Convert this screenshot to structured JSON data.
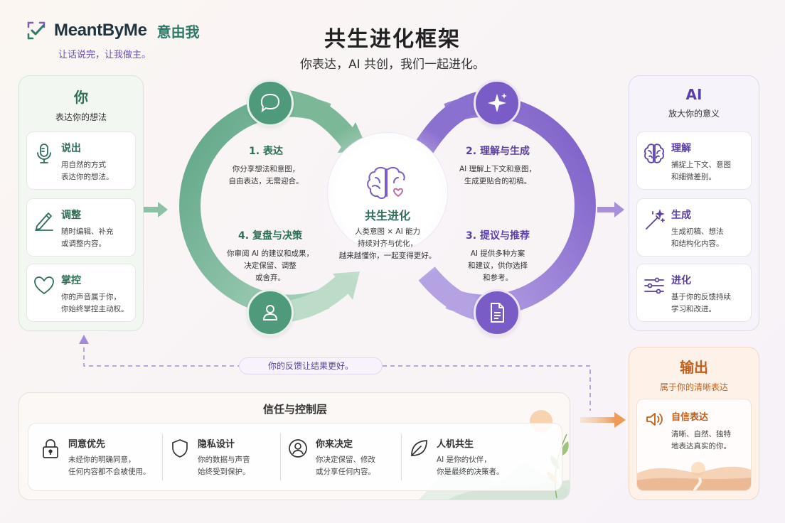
{
  "brand": {
    "name": "MeantByMe",
    "name_cn": "意由我",
    "slogan": "让话说完，让我做主。"
  },
  "header": {
    "title": "共生进化框架",
    "subtitle": "你表达，AI 共创，我们一起进化。"
  },
  "you_panel": {
    "title": "你",
    "subtitle": "表达你的想法",
    "cards": [
      {
        "title": "说出",
        "desc1": "用自然的方式",
        "desc2": "表达你的想法。",
        "icon": "microphone-icon"
      },
      {
        "title": "调整",
        "desc1": "随时编辑、补充",
        "desc2": "或调整内容。",
        "icon": "pencil-icon"
      },
      {
        "title": "掌控",
        "desc1": "你的声音属于你，",
        "desc2": "你始终掌控主动权。",
        "icon": "heart-icon"
      }
    ]
  },
  "ai_panel": {
    "title": "AI",
    "subtitle": "放大你的意义",
    "cards": [
      {
        "title": "理解",
        "desc1": "捕捉上下文、意图",
        "desc2": "和细微差别。",
        "icon": "brain-icon"
      },
      {
        "title": "生成",
        "desc1": "生成初稿、想法",
        "desc2": "和结构化内容。",
        "icon": "magic-wand-icon"
      },
      {
        "title": "进化",
        "desc1": "基于你的反馈持续",
        "desc2": "学习和改进。",
        "icon": "sliders-icon"
      }
    ]
  },
  "cycle": {
    "steps": [
      {
        "title": "1. 表达",
        "desc1": "你分享想法和意图，",
        "desc2": "自由表达，无需迎合。",
        "desc3": ""
      },
      {
        "title": "2. 理解与生成",
        "desc1": "AI 理解上下文和意图，",
        "desc2": "生成更贴合的初稿。",
        "desc3": ""
      },
      {
        "title": "3. 提议与推荐",
        "desc1": "AI 提供多种方案",
        "desc2": "和建议，供你选择",
        "desc3": "和参考。"
      },
      {
        "title": "4. 复盘与决策",
        "desc1": "你审阅 AI 的建议和成果，",
        "desc2": "决定保留、调整",
        "desc3": "或舍弃。"
      }
    ],
    "center": {
      "title": "共生进化",
      "desc1": "人类意图 × AI 能力",
      "desc2": "持续对齐与优化，",
      "desc3": "越来越懂你，一起变得更好。"
    }
  },
  "feedback": {
    "label": "你的反馈让结果更好。"
  },
  "trust": {
    "title": "信任与控制层",
    "items": [
      {
        "title": "同意优先",
        "desc1": "未经你的明确同意，",
        "desc2": "任何内容都不会被使用。",
        "icon": "lock-icon"
      },
      {
        "title": "隐私设计",
        "desc1": "你的数据与声音",
        "desc2": "始终受到保护。",
        "icon": "shield-icon"
      },
      {
        "title": "你来决定",
        "desc1": "你决定保留、修改",
        "desc2": "或分享任何内容。",
        "icon": "user-circle-icon"
      },
      {
        "title": "人机共生",
        "desc1": "AI 是你的伙伴，",
        "desc2": "你是最终的决策者。",
        "icon": "leaf-icon"
      }
    ]
  },
  "output": {
    "title": "输出",
    "subtitle": "属于你的清晰表达",
    "card_title": "自信表达",
    "desc1": "清晰、自然、独特",
    "desc2": "地表达真实的你。",
    "icon": "speaker-icon"
  },
  "colors": {
    "green": "#4e9a7a",
    "purple": "#7a5cc6",
    "orange": "#c0601c"
  }
}
